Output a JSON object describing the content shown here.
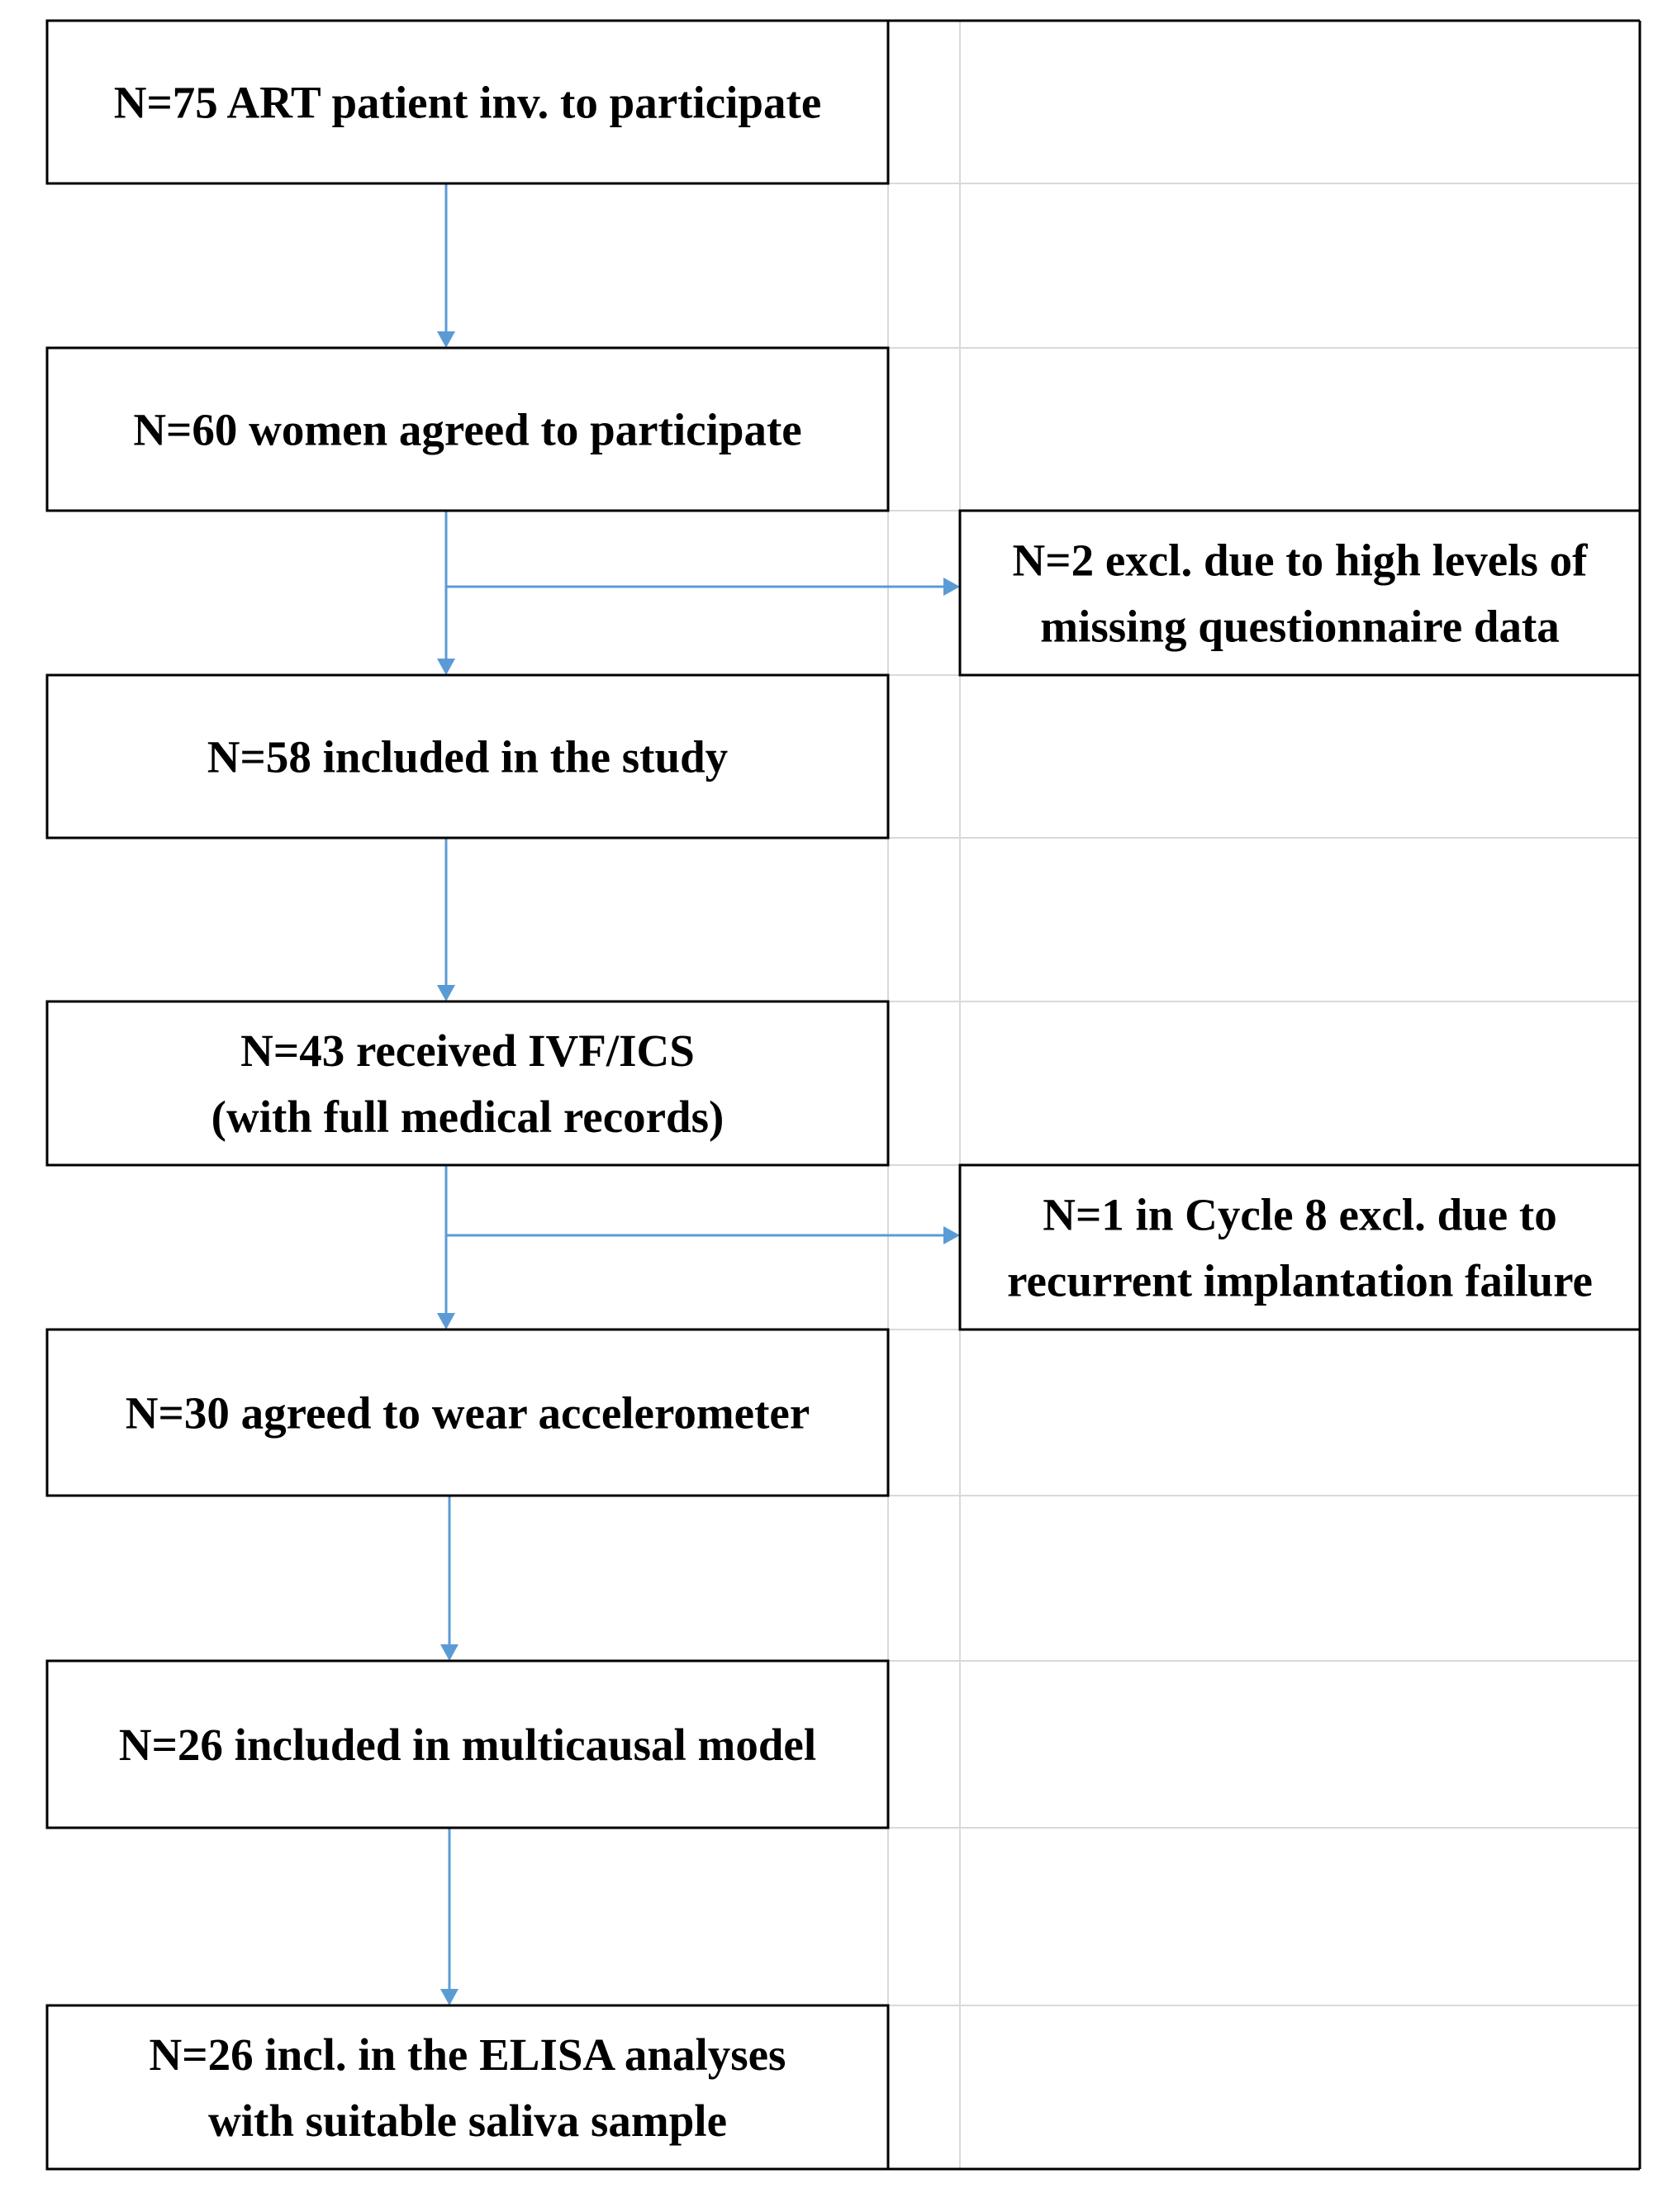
{
  "flowchart": {
    "main_boxes": [
      {
        "id": "invited",
        "lines": [
          "N=75 ART patient inv. to participate"
        ]
      },
      {
        "id": "agreed",
        "lines": [
          "N=60 women agreed to participate"
        ]
      },
      {
        "id": "included",
        "lines": [
          "N=58 included in the study"
        ]
      },
      {
        "id": "ivf",
        "lines": [
          "N=43 received IVF/ICS",
          "(with full medical records)"
        ]
      },
      {
        "id": "accelerometer",
        "lines": [
          "N=30 agreed to wear accelerometer"
        ]
      },
      {
        "id": "multicausal",
        "lines": [
          "N=26 included in multicausal model"
        ]
      },
      {
        "id": "elisa",
        "lines": [
          "N=26 incl. in the ELISA analyses",
          "with suitable saliva sample"
        ]
      }
    ],
    "side_boxes": [
      {
        "id": "excl-missing",
        "lines": [
          "N=2 excl. due to high levels of",
          "missing questionnaire data"
        ]
      },
      {
        "id": "excl-failure",
        "lines": [
          "N=1 in Cycle 8 excl. due to",
          "recurrent implantation failure"
        ]
      }
    ],
    "colors": {
      "arrow": "#5b9bd5",
      "box_border": "#000000",
      "grid": "#d9d9d9",
      "text": "#000000"
    }
  }
}
